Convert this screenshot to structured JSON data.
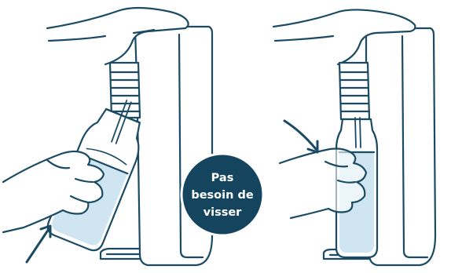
{
  "badge": {
    "line1": "Pas",
    "line2": "besoin de",
    "line3": "visser"
  },
  "colors": {
    "ink": "#1b4a63",
    "fill": "#ffffff",
    "water": "#cfe6f2",
    "badge": "#14445e"
  },
  "icons": [
    "arrow-up-right-icon",
    "arrow-down-right-icon"
  ]
}
